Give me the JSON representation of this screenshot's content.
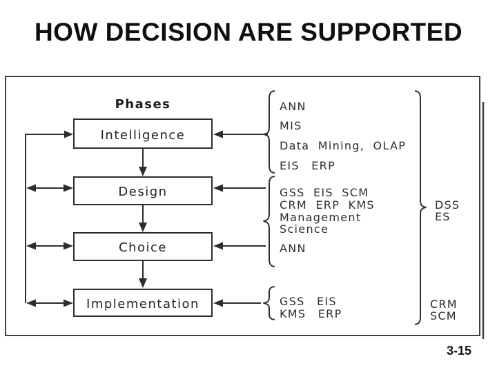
{
  "slide": {
    "title": "HOW DECISION ARE SUPPORTED",
    "page_number": "3-15"
  },
  "diagram": {
    "phases_label": "Phases",
    "phase_boxes": [
      {
        "label": "Intelligence"
      },
      {
        "label": "Design"
      },
      {
        "label": "Choice"
      },
      {
        "label": "Implementation"
      }
    ],
    "support_groups": [
      {
        "lines": [
          "ANN",
          "MIS",
          "Data Mining, OLAP",
          "EIS ERP"
        ]
      },
      {
        "lines": [
          "GSS EIS SCM",
          "CRM ERP KMS",
          "Management",
          "Science",
          "ANN"
        ]
      },
      {
        "lines": [
          "GSS EIS",
          "KMS ERP"
        ]
      }
    ],
    "system_labels_middle": [
      "DSS",
      "ES"
    ],
    "system_labels_bottom": [
      "CRM",
      "SCM"
    ],
    "colors": {
      "line": "#2d2d2d",
      "panel_border": "#3f3f3f",
      "title_text": "#0f0f0f"
    }
  }
}
